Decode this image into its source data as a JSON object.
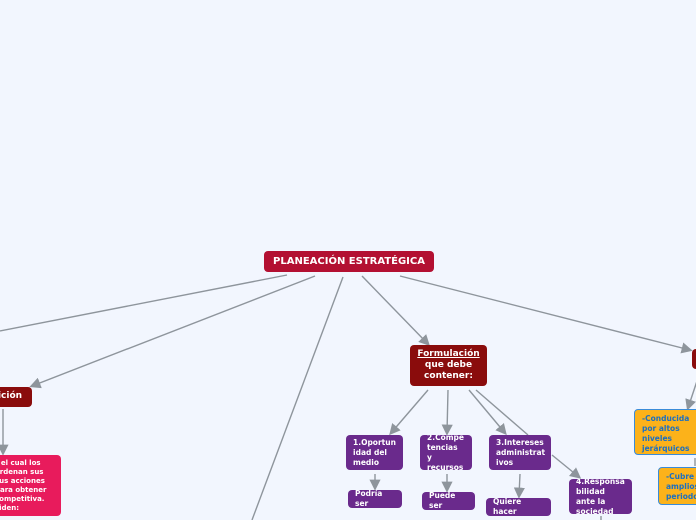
{
  "root": {
    "label": "PLANEACIÓN ESTRATÉGICA"
  },
  "left": {
    "label": "ición",
    "description": "r el cual los\nordenan sus\nsus acciones\npara obtener\ncompetitiva.\nciden:"
  },
  "formulacion": {
    "title": "Formulación",
    "rest": "que debe contener:"
  },
  "items": [
    {
      "label": "1.Oportun idad del medio",
      "sub": "Podría ser"
    },
    {
      "label": "2.Compe tencias y recursos",
      "sub": "Puede ser"
    },
    {
      "label": "3.Intereses administrat ivos",
      "sub": "Quiere hacer"
    },
    {
      "label": "4.Responsa bilidad ante la sociedad"
    }
  ],
  "right": {
    "items": [
      "-Conducida por altos niveles jerárquicos",
      "-Cubre amplios periodos"
    ]
  },
  "colors": {
    "root": "#b31032",
    "node": "#8a0c0c",
    "item": "#6a2a8c",
    "pink": "#e81b5c",
    "orange": "#fcb21a"
  }
}
